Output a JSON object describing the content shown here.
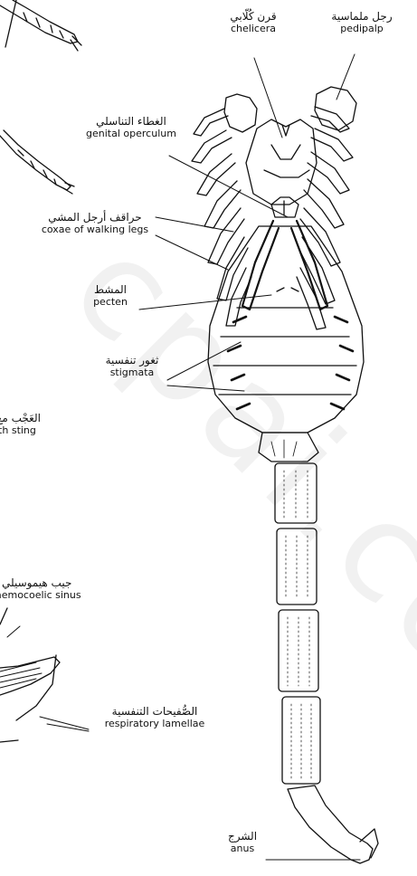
{
  "labels": {
    "chelicera": {
      "ar": "قرن كُلّابي",
      "en": "chelicera"
    },
    "pedipalp": {
      "ar": "رجل ملماسية",
      "en": "pedipalp"
    },
    "genital": {
      "ar": "الغطاء التناسلي",
      "en": "genital operculum"
    },
    "coxae": {
      "ar": "حراقف أرجل المشي",
      "en": "coxae of walking legs"
    },
    "pecten": {
      "ar": "المشط",
      "en": "pecten"
    },
    "stigmata": {
      "ar": "ثغور تنفسية",
      "en": "stigmata"
    },
    "sting": {
      "ar": "العَجْب مع",
      "en": "with sting"
    },
    "sinus": {
      "ar": "جيب هيموسيلي",
      "en": "haemocoelic sinus"
    },
    "lamellae": {
      "ar": "الصُّفيحات التنفسية",
      "en": "respiratory lamellae"
    },
    "anus": {
      "ar": "الشرج",
      "en": "anus"
    }
  },
  "watermark": "cpai.com"
}
